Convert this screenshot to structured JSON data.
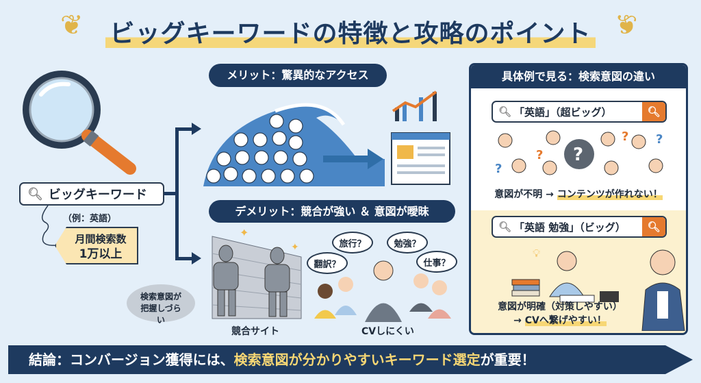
{
  "title": "ビッグキーワードの特徴と攻略のポイント",
  "left": {
    "search_label": "ビッグキーワード",
    "example": "（例：英語）",
    "tag_line1": "月間検索数",
    "tag_line2": "1万以上"
  },
  "merit": {
    "label": "メリット：驚異的なアクセス"
  },
  "demerit": {
    "label": "デメリット：競合が強い ＆ 意図が曖昧",
    "bubble": "検索意図が把握しづらい",
    "competitors_caption": "競合サイト",
    "thoughts": [
      "旅行？",
      "勉強？",
      "翻訳？",
      "仕事？"
    ],
    "cv_caption": "CVしにくい"
  },
  "panel": {
    "header": "具体例で見る：検索意図の違い",
    "case1": {
      "query": "「英語」（超ビッグ）",
      "result_prefix": "意図が不明 → ",
      "result_highlight": "コンテンツが作れない！"
    },
    "case2": {
      "query": "「英語 勉強」（ビッグ）",
      "result_line1": "意図が明確（対策しやすい）",
      "result_prefix": "→ ",
      "result_highlight": "CVへ繋げやすい！"
    }
  },
  "conclusion": {
    "prefix": "結論：コンバージョン獲得には、",
    "highlight": "検索意図が分かりやすいキーワード選定",
    "suffix": "が重要！"
  },
  "colors": {
    "navy": "#1e3a5f",
    "orange": "#e57a2e",
    "yellow": "#f7d774"
  }
}
